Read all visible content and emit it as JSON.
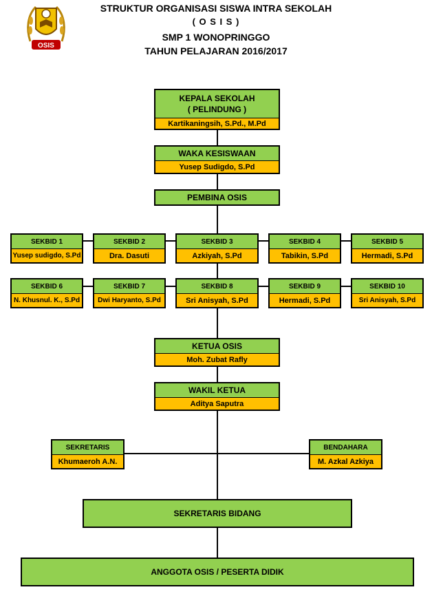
{
  "header": {
    "title_line1": "STRUKTUR ORGANISASI SISWA INTRA SEKOLAH",
    "title_line2": "( O S I S )",
    "title_line3": "SMP 1 WONOPRINGGO",
    "title_line4": "TAHUN PELAJARAN 2016/2017",
    "logo_text": "OSIS"
  },
  "kepala": {
    "role_line1": "KEPALA SEKOLAH",
    "role_line2": "( PELINDUNG )",
    "name": "Kartikaningsih, S.Pd., M.Pd"
  },
  "waka": {
    "role": "WAKA KESISWAAN",
    "name": "Yusep Sudigdo, S.Pd"
  },
  "pembina": {
    "role": "PEMBINA OSIS"
  },
  "sekbid_row1": [
    {
      "role": "SEKBID 1",
      "name": "Yusep sudigdo, S.Pd"
    },
    {
      "role": "SEKBID 2",
      "name": "Dra. Dasuti"
    },
    {
      "role": "SEKBID 3",
      "name": "Azkiyah, S.Pd"
    },
    {
      "role": "SEKBID 4",
      "name": "Tabikin, S.Pd"
    },
    {
      "role": "SEKBID 5",
      "name": "Hermadi, S.Pd"
    }
  ],
  "sekbid_row2": [
    {
      "role": "SEKBID 6",
      "name": "N. Khusnul. K., S.Pd"
    },
    {
      "role": "SEKBID 7",
      "name": "Dwi Haryanto, S.Pd"
    },
    {
      "role": "SEKBID 8",
      "name": "Sri Anisyah, S.Pd"
    },
    {
      "role": "SEKBID 9",
      "name": "Hermadi, S.Pd"
    },
    {
      "role": "SEKBID 10",
      "name": "Sri Anisyah, S.Pd"
    }
  ],
  "ketua": {
    "role": "KETUA OSIS",
    "name": "Moh. Zubat Rafly"
  },
  "wakil": {
    "role": "WAKIL KETUA",
    "name": "Aditya Saputra"
  },
  "sekretaris": {
    "role": "SEKRETARIS",
    "name": "Khumaeroh A.N."
  },
  "bendahara": {
    "role": "BENDAHARA",
    "name": "M. Azkal Azkiya"
  },
  "sekretaris_bidang": {
    "role": "SEKRETARIS BIDANG"
  },
  "anggota": {
    "role": "ANGGOTA OSIS / PESERTA DIDIK"
  },
  "colors": {
    "role_fill": "#92d050",
    "name_fill": "#ffc000",
    "line": "#000000"
  }
}
